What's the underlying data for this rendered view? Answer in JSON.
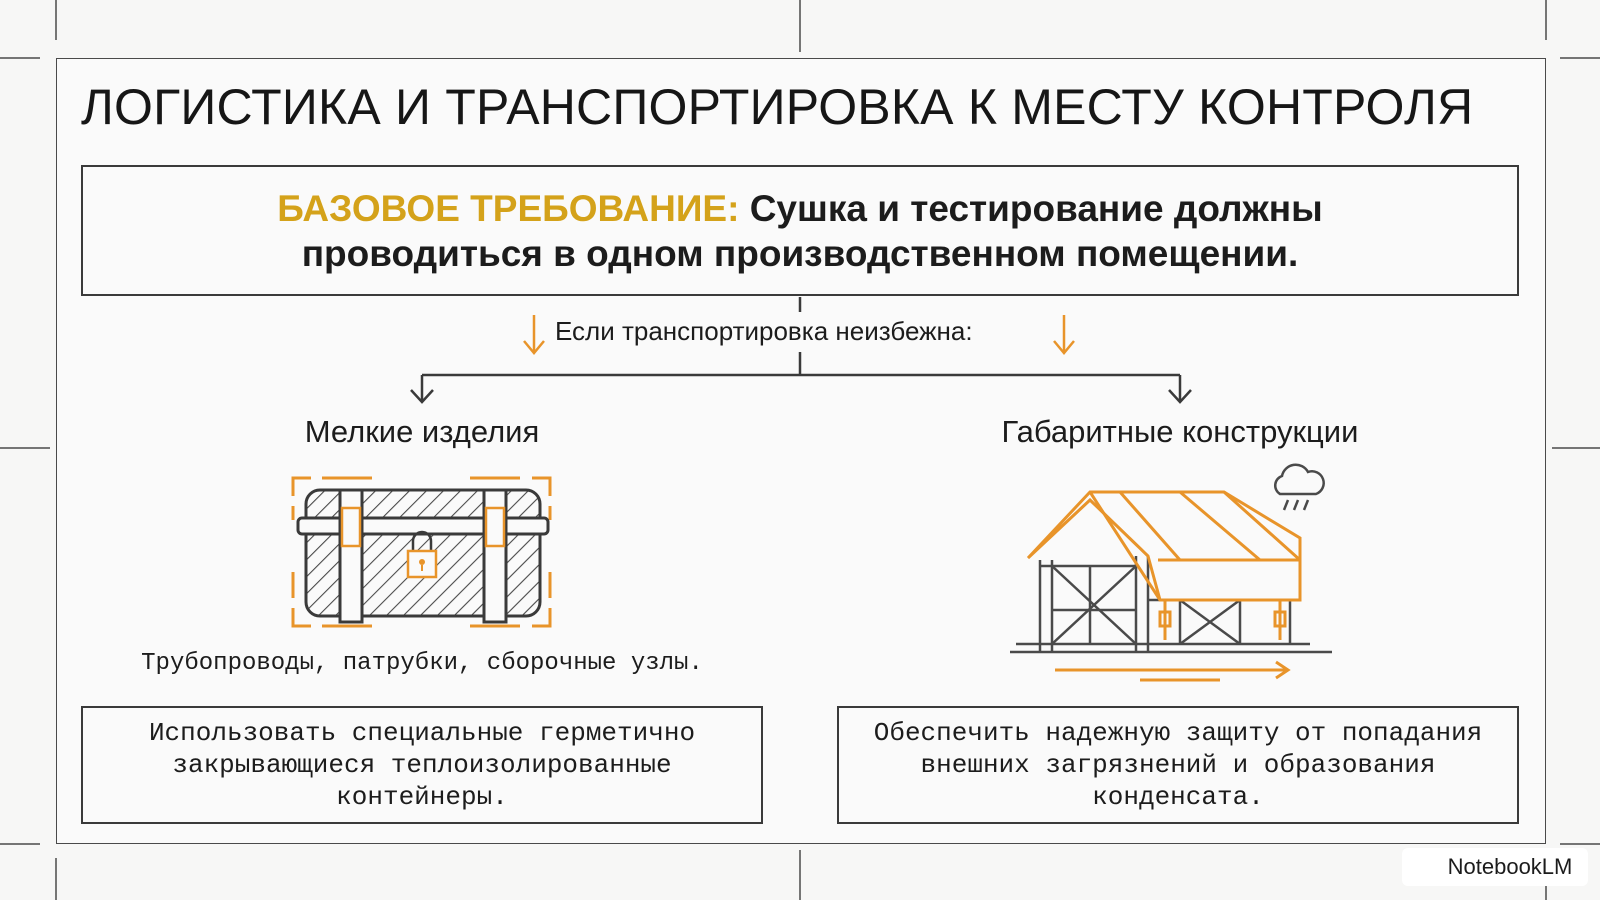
{
  "title": "ЛОГИСТИКА И ТРАНСПОРТИРОВКА К МЕСТУ КОНТРОЛЯ",
  "requirement": {
    "label": "БАЗОВОЕ ТРЕБОВАНИЕ:",
    "text_line1": "Сушка и тестирование должны",
    "text_line2": "проводиться в одном производственном помещении."
  },
  "transport_condition": "Если транспортировка неизбежна:",
  "branches": [
    {
      "title": "Мелкие изделия",
      "icon": "locked-container-icon",
      "caption": "Трубопроводы, патрубки, сборочные узлы.",
      "note": "Использовать специальные герметично закрывающиеся теплоизолированные контейнеры."
    },
    {
      "title": "Габаритные конструкции",
      "icon": "covered-structure-icon",
      "note": "Обеспечить надежную защиту от попадания внешних загрязнений и образования конденсата."
    }
  ],
  "branding": "NotebookLM",
  "colors": {
    "accent": "#e8942a",
    "label": "#d4a21a",
    "line": "#3a3a3a"
  }
}
